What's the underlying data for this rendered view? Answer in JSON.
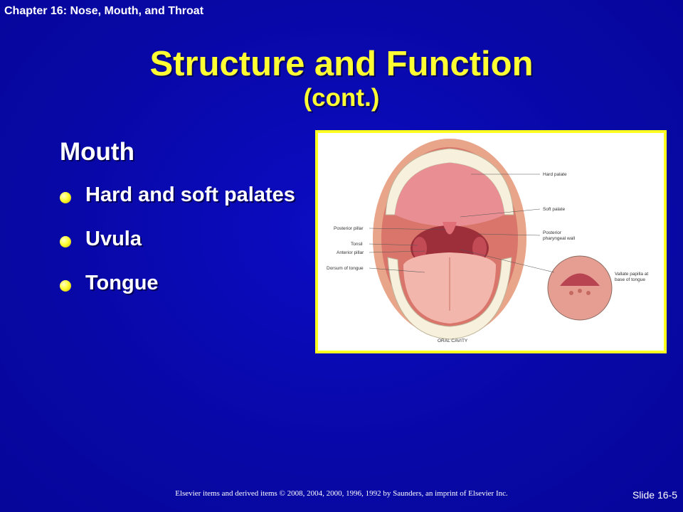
{
  "header": {
    "chapter": "Chapter 16: Nose, Mouth, and Throat"
  },
  "slide": {
    "title": "Structure and Function",
    "subtitle": "(cont.)",
    "heading": "Mouth",
    "bullets": [
      "Hard and soft palates",
      "Uvula",
      "Tongue"
    ]
  },
  "figure": {
    "labels": {
      "hard_palate": "Hard palate",
      "soft_palate": "Soft palate",
      "posterior_pillar": "Posterior pillar",
      "posterior_pharyngeal_wall_1": "Posterior",
      "posterior_pharyngeal_wall_2": "pharyngeal wall",
      "tonsil": "Tonsil",
      "anterior_pillar": "Anterior pillar",
      "dorsum_of_tongue": "Dorsum of tongue",
      "vallate_1": "Vallate papilla at",
      "vallate_2": "base of tongue",
      "caption": "ORAL CAVITY"
    }
  },
  "footer": {
    "copyright": "Elsevier items and derived items © 2008, 2004, 2000, 1996, 1992 by Saunders, an imprint of Elsevier Inc.",
    "slide_number": "Slide 16-5"
  },
  "colors": {
    "background": "#0808a6",
    "title": "#ffff33",
    "frame": "#ffff22"
  }
}
